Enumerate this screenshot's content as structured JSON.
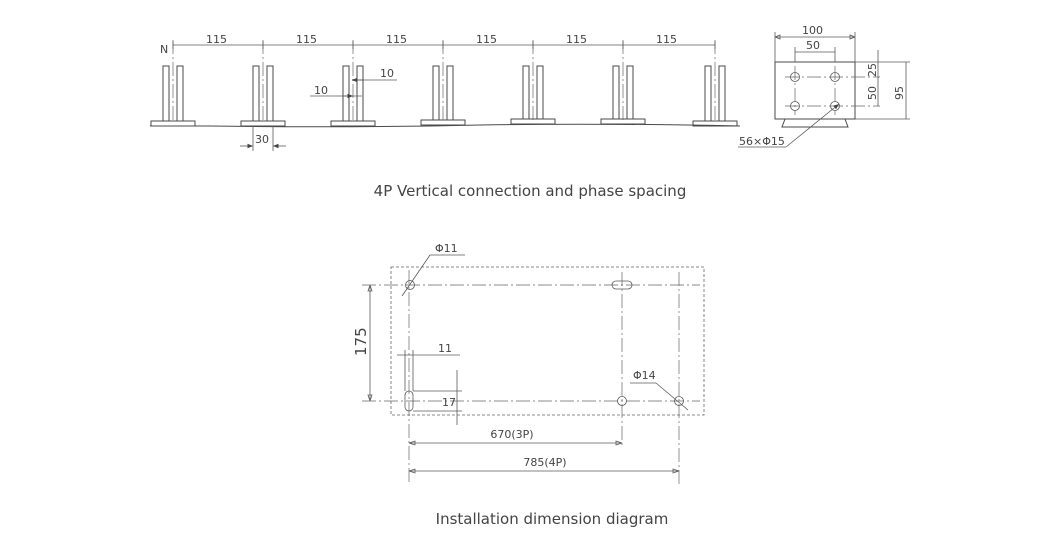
{
  "top": {
    "caption": "4P Vertical connection and phase spacing",
    "neutral_label": "N",
    "spacings": [
      "115",
      "115",
      "115",
      "115",
      "115",
      "115"
    ],
    "dim_10_right": "10",
    "dim_10_left": "10",
    "dim_30": "30",
    "side": {
      "dim_100": "100",
      "dim_50_top": "50",
      "dim_25": "25",
      "dim_50_side": "50",
      "dim_95": "95",
      "holes": "56×Φ15"
    }
  },
  "bottom": {
    "caption": "Installation dimension diagram",
    "phi11": "Φ11",
    "phi14": "Φ14",
    "dim_175": "175",
    "dim_11": "11",
    "dim_17": "17",
    "dim_670": "670(3P)",
    "dim_785": "785(4P)"
  }
}
